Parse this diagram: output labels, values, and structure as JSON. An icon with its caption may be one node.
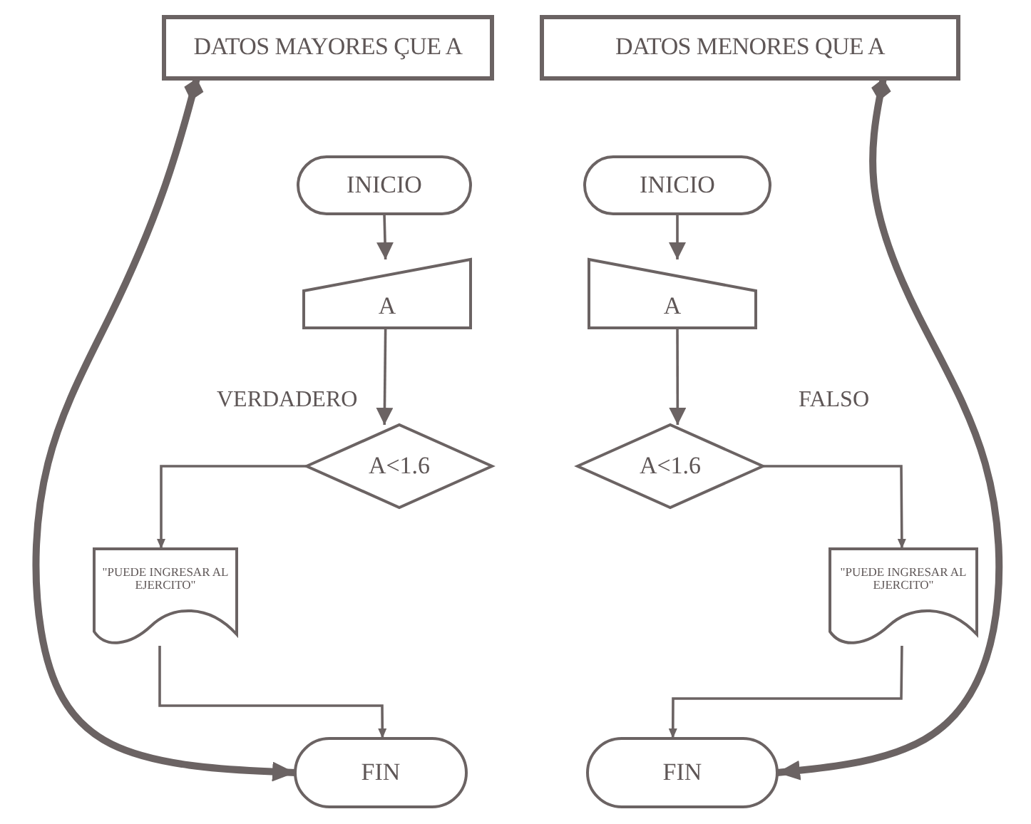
{
  "diagram": {
    "nodes": [
      {
        "text": [
          "DATOS MAYORES ÇUE A"
        ]
      },
      {
        "text": [
          "DATOS MENORES QUE A"
        ]
      },
      {
        "text": [
          "INICIO"
        ]
      },
      {
        "text": [
          "A"
        ]
      },
      {
        "text": [
          "A<1.6"
        ]
      },
      {
        "text": [
          "\"PUEDE INGRESAR AL EJERCITO\""
        ]
      },
      {
        "text": [
          "FIN"
        ]
      },
      {
        "text": [
          "INICIO"
        ]
      },
      {
        "text": [
          "A"
        ]
      },
      {
        "text": [
          "A<1.6"
        ]
      },
      {
        "text": [
          "\"PUEDE INGRESAR AL EJERCITO\""
        ]
      },
      {
        "text": [
          "FIN"
        ]
      }
    ],
    "edges": [
      {
        "from": 2,
        "to": 3,
        "arrow": "to"
      },
      {
        "from": 3,
        "to": 4,
        "arrow": "to"
      },
      {
        "from": 4,
        "to": 5,
        "arrow": "to"
      },
      {
        "from": 5,
        "to": 6,
        "arrow": "to"
      },
      {
        "from": 0,
        "to": 6,
        "arrow": "to",
        "style": "thick"
      },
      {
        "from": 7,
        "to": 8,
        "arrow": "to"
      },
      {
        "from": 8,
        "to": 9,
        "arrow": "to"
      },
      {
        "from": 9,
        "to": 10,
        "arrow": "to"
      },
      {
        "from": 10,
        "to": 11,
        "arrow": "to"
      },
      {
        "from": 1,
        "to": 11,
        "arrow": "to",
        "style": "thick"
      }
    ],
    "labels": [
      "VERDADERO",
      "FALSO"
    ]
  }
}
